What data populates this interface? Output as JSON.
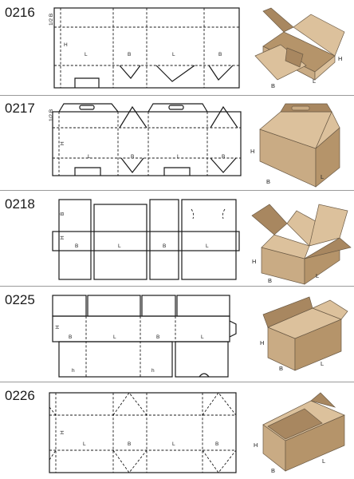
{
  "rows": [
    {
      "code": "0216",
      "labels": {
        "half_b": "1/2 B",
        "h": "H",
        "l": "L",
        "b": "B"
      },
      "illus": {
        "h": "H",
        "b": "B",
        "l": "L"
      }
    },
    {
      "code": "0217",
      "labels": {
        "half_b": "1/2 B",
        "h": "H",
        "l": "L",
        "b": "B"
      },
      "illus": {
        "h": "H",
        "b": "B",
        "l": "L"
      }
    },
    {
      "code": "0218",
      "labels": {
        "h": "H",
        "l": "L",
        "b": "B"
      },
      "illus": {
        "h": "H",
        "b": "B",
        "l": "L"
      }
    },
    {
      "code": "0225",
      "labels": {
        "h": "H",
        "l": "L",
        "b": "B",
        "small_h": "h"
      },
      "illus": {
        "h": "H",
        "b": "B",
        "l": "L"
      }
    },
    {
      "code": "0226",
      "labels": {
        "h": "H",
        "l": "L",
        "b": "B"
      },
      "illus": {
        "h": "H",
        "b": "B",
        "l": "L"
      }
    }
  ]
}
